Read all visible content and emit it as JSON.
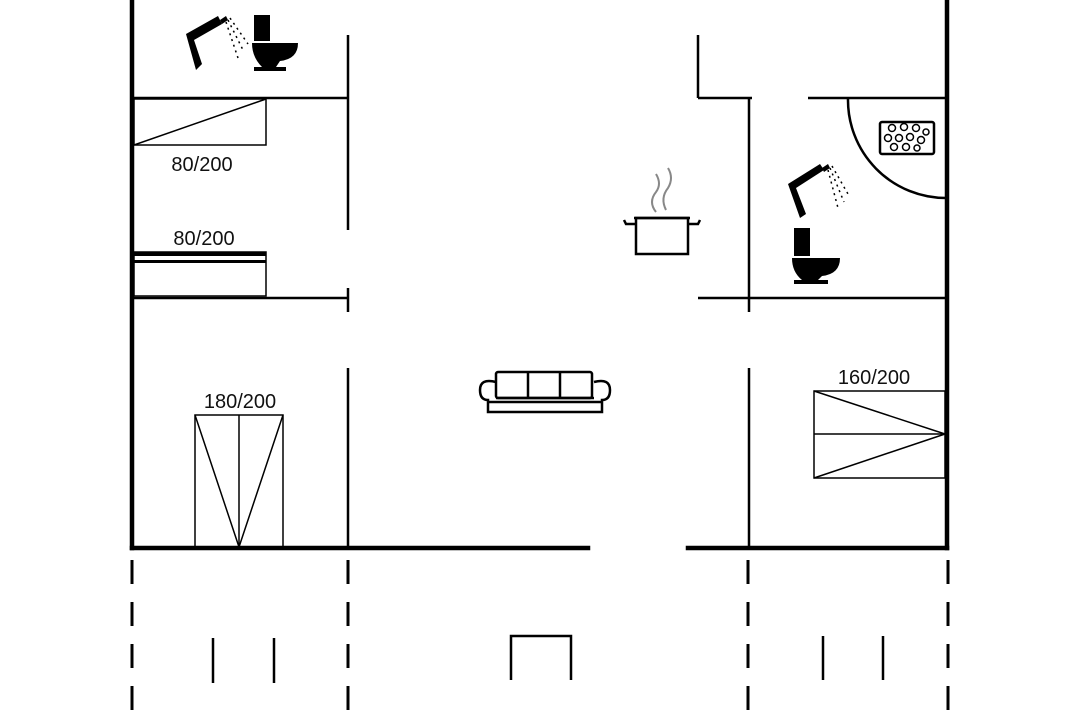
{
  "floorplan": {
    "bed_labels": {
      "bed_single_top": "80/200",
      "bed_single_bottom": "80/200",
      "bed_double_left": "180/200",
      "bed_double_right": "160/200"
    },
    "icons": [
      "shower-icon",
      "toilet-icon",
      "hot-tub-icon",
      "cooking-pot-icon",
      "sofa-icon"
    ],
    "colors": {
      "wall": "#000000",
      "background": "#ffffff",
      "steam": "#888888"
    }
  }
}
